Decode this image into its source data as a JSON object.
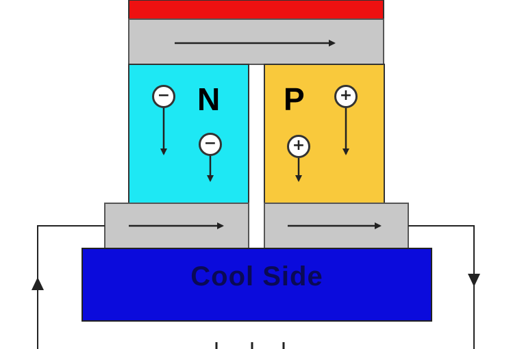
{
  "labels": {
    "n_type": "N",
    "p_type": "P",
    "cool_side": "Cool Side"
  },
  "carriers": {
    "electron_symbol": "−",
    "hole_symbol": "+"
  },
  "colors": {
    "hot_plate": "#ee1111",
    "conductor": "#c8c8c8",
    "n_type": "#1ee8f4",
    "p_type": "#f9c93c",
    "cool_side": "#0b0bdc",
    "wire": "#222222"
  }
}
